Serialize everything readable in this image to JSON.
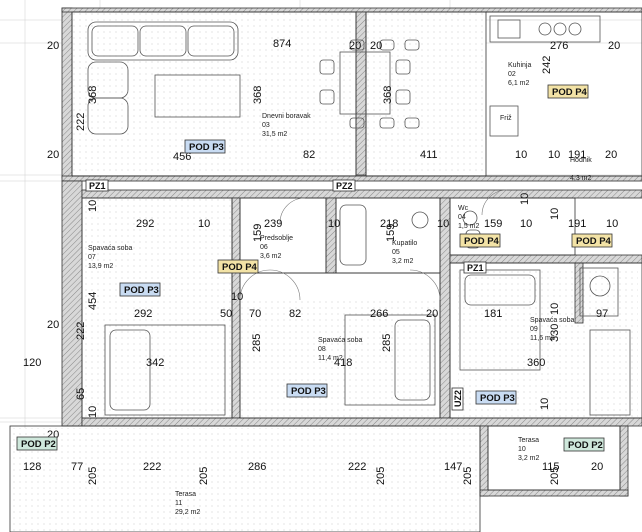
{
  "rooms": [
    {
      "key": "dnevni",
      "lines": [
        "Dnevni boravak",
        "03",
        "31,5 m2"
      ]
    },
    {
      "key": "kuhinja",
      "lines": [
        "Kuhinja",
        "02",
        "6,1 m2"
      ]
    },
    {
      "key": "hodnik",
      "lines": [
        "Hodnik",
        "",
        "4,3 m2"
      ]
    },
    {
      "key": "spavaca7",
      "lines": [
        "Spavaća soba",
        "07",
        "13,9 m2"
      ]
    },
    {
      "key": "predsoblje",
      "lines": [
        "Predsoblje",
        "06",
        "3,6 m2"
      ]
    },
    {
      "key": "kupatilo",
      "lines": [
        "Kupatilo",
        "05",
        "3,2 m2"
      ]
    },
    {
      "key": "wc",
      "lines": [
        "Wc",
        "04",
        "1,5 m2"
      ]
    },
    {
      "key": "spavaca8",
      "lines": [
        "Spavaća soba",
        "08",
        "11,4 m2"
      ]
    },
    {
      "key": "spavaca9",
      "lines": [
        "Spavaća soba",
        "09",
        "11,6 m2"
      ]
    },
    {
      "key": "terasa11",
      "lines": [
        "Terasa",
        "11",
        "29,2 m2"
      ]
    },
    {
      "key": "terasa10",
      "lines": [
        "Terasa",
        "10",
        "3,2 m2"
      ]
    }
  ],
  "fixture_labels": {
    "frizider": "Friž"
  },
  "floor_tags": [
    {
      "key": "p4-kuhinja",
      "text": "POD P4",
      "type": "P4"
    },
    {
      "key": "p3-dnevni",
      "text": "POD P3",
      "type": "P3"
    },
    {
      "key": "p4-predsoblje",
      "text": "POD P4",
      "type": "P4"
    },
    {
      "key": "p3-spavaca7",
      "text": "POD P3",
      "type": "P3"
    },
    {
      "key": "p4-wc",
      "text": "POD P4",
      "type": "P4"
    },
    {
      "key": "p4-hodnik",
      "text": "POD P4",
      "type": "P4"
    },
    {
      "key": "p3-spavaca8",
      "text": "POD P3",
      "type": "P3"
    },
    {
      "key": "p3-spavaca9",
      "text": "POD P3",
      "type": "P3"
    },
    {
      "key": "p2-terasa11",
      "text": "POD P2",
      "type": "P2"
    },
    {
      "key": "p2-terasa10",
      "text": "POD P2",
      "type": "P2"
    }
  ],
  "tag_colors": {
    "P2": "#cfe8dc",
    "P3": "#c9dcf3",
    "P4": "#f3e3a6"
  },
  "lintels": [
    "PZ1",
    "PZ2",
    "PZ1",
    "UZ2"
  ],
  "dimensions": [
    {
      "key": "d874",
      "text": "874"
    },
    {
      "key": "d276",
      "text": "276"
    },
    {
      "key": "d20tl",
      "text": "20"
    },
    {
      "key": "d20tm",
      "text": "20"
    },
    {
      "key": "d20tr",
      "text": "20"
    },
    {
      "key": "d20tr2",
      "text": "20"
    },
    {
      "key": "d456",
      "text": "456"
    },
    {
      "key": "d82a",
      "text": "82"
    },
    {
      "key": "d411",
      "text": "411"
    },
    {
      "key": "d10a",
      "text": "10"
    },
    {
      "key": "d10b",
      "text": "10"
    },
    {
      "key": "d191a",
      "text": "191"
    },
    {
      "key": "d20c",
      "text": "20"
    },
    {
      "key": "d20d",
      "text": "20"
    },
    {
      "key": "d292a",
      "text": "292"
    },
    {
      "key": "d10c",
      "text": "10"
    },
    {
      "key": "d239",
      "text": "239"
    },
    {
      "key": "d10d",
      "text": "10"
    },
    {
      "key": "d218",
      "text": "218"
    },
    {
      "key": "d10e",
      "text": "10"
    },
    {
      "key": "d159a",
      "text": "159"
    },
    {
      "key": "d10f",
      "text": "10"
    },
    {
      "key": "d191b",
      "text": "191"
    },
    {
      "key": "d10g",
      "text": "10"
    },
    {
      "key": "d292b",
      "text": "292"
    },
    {
      "key": "d50",
      "text": "50"
    },
    {
      "key": "d70",
      "text": "70"
    },
    {
      "key": "d82b",
      "text": "82"
    },
    {
      "key": "d266",
      "text": "266"
    },
    {
      "key": "d20e",
      "text": "20"
    },
    {
      "key": "d181",
      "text": "181"
    },
    {
      "key": "d97",
      "text": "97"
    },
    {
      "key": "d20f",
      "text": "20"
    },
    {
      "key": "d120",
      "text": "120"
    },
    {
      "key": "d342",
      "text": "342"
    },
    {
      "key": "d418",
      "text": "418"
    },
    {
      "key": "d360",
      "text": "360"
    },
    {
      "key": "d10h",
      "text": "10"
    },
    {
      "key": "d128",
      "text": "128"
    },
    {
      "key": "d77",
      "text": "77"
    },
    {
      "key": "d222",
      "text": "222"
    },
    {
      "key": "d286",
      "text": "286"
    },
    {
      "key": "d222b",
      "text": "222"
    },
    {
      "key": "d147",
      "text": "147"
    },
    {
      "key": "d115",
      "text": "115"
    },
    {
      "key": "d20g",
      "text": "20"
    },
    {
      "key": "d20h",
      "text": "20"
    },
    {
      "key": "v368a",
      "text": "368"
    },
    {
      "key": "v368b",
      "text": "368"
    },
    {
      "key": "v368c",
      "text": "368"
    },
    {
      "key": "v242",
      "text": "242"
    },
    {
      "key": "v222",
      "text": "222"
    },
    {
      "key": "v10a",
      "text": "10"
    },
    {
      "key": "v10b",
      "text": "10"
    },
    {
      "key": "v159a",
      "text": "159"
    },
    {
      "key": "v159b",
      "text": "159"
    },
    {
      "key": "v10c",
      "text": "10"
    },
    {
      "key": "v454",
      "text": "454"
    },
    {
      "key": "v222b",
      "text": "222"
    },
    {
      "key": "v10d",
      "text": "10"
    },
    {
      "key": "v285a",
      "text": "285"
    },
    {
      "key": "v285b",
      "text": "285"
    },
    {
      "key": "v330",
      "text": "330"
    },
    {
      "key": "v65",
      "text": "65"
    },
    {
      "key": "v205a",
      "text": "205"
    },
    {
      "key": "v205b",
      "text": "205"
    },
    {
      "key": "v205c",
      "text": "205"
    },
    {
      "key": "v205d",
      "text": "205"
    },
    {
      "key": "v205e",
      "text": "205"
    },
    {
      "key": "v10e",
      "text": "10"
    },
    {
      "key": "v10f",
      "text": "10"
    }
  ]
}
